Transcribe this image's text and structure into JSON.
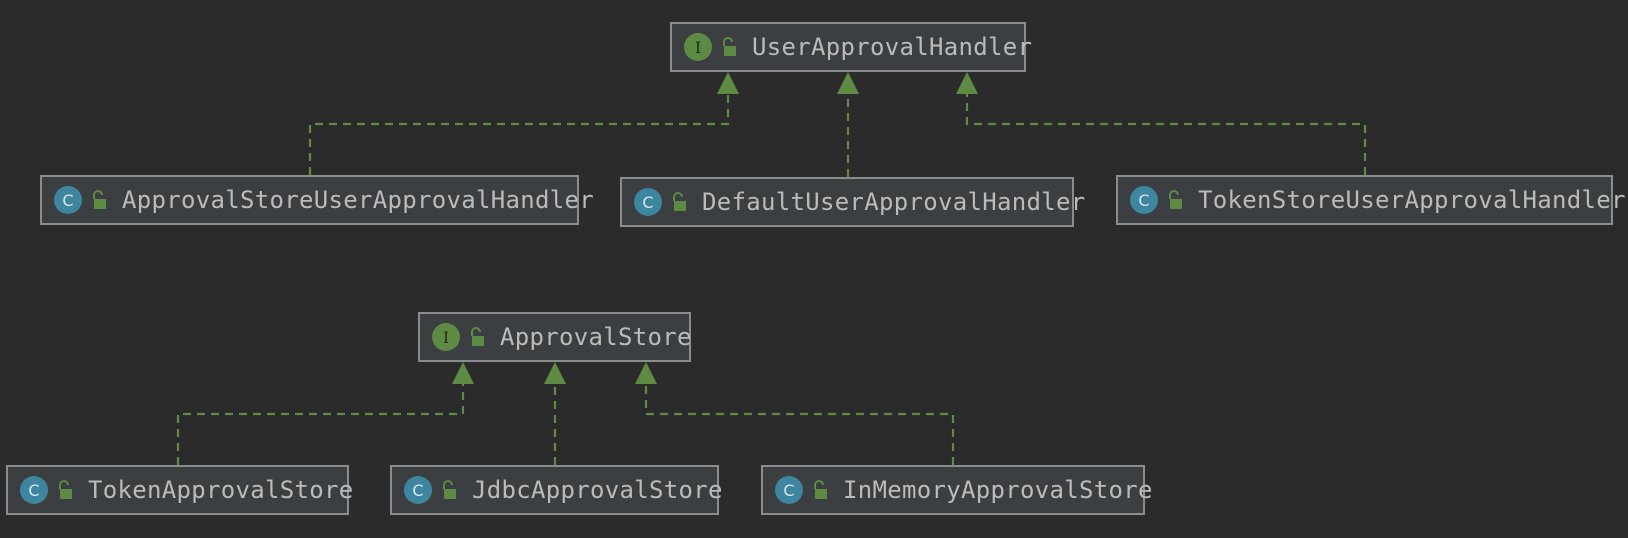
{
  "diagram": {
    "colors": {
      "background": "#2b2b2b",
      "node_fill": "#3c3f41",
      "node_border": "#8c8c8c",
      "text": "#bbbbbb",
      "edge": "#5e8b43",
      "interface_badge": "#5e8b43",
      "class_badge": "#3e86a0"
    },
    "nodes": [
      {
        "id": "user-approval-handler",
        "kind": "interface",
        "badge": "I",
        "label": "UserApprovalHandler",
        "icons": [
          "interface-icon",
          "public-lock-icon"
        ]
      },
      {
        "id": "approval-store-user-approval-handler",
        "kind": "class",
        "badge": "C",
        "label": "ApprovalStoreUserApprovalHandler",
        "icons": [
          "class-icon",
          "public-lock-icon"
        ]
      },
      {
        "id": "default-user-approval-handler",
        "kind": "class",
        "badge": "C",
        "label": "DefaultUserApprovalHandler",
        "icons": [
          "class-icon",
          "public-lock-icon"
        ]
      },
      {
        "id": "token-store-user-approval-handler",
        "kind": "class",
        "badge": "C",
        "label": "TokenStoreUserApprovalHandler",
        "icons": [
          "class-icon",
          "public-lock-icon"
        ]
      },
      {
        "id": "approval-store",
        "kind": "interface",
        "badge": "I",
        "label": "ApprovalStore",
        "icons": [
          "interface-icon",
          "public-lock-icon"
        ]
      },
      {
        "id": "token-approval-store",
        "kind": "class",
        "badge": "C",
        "label": "TokenApprovalStore",
        "icons": [
          "class-icon",
          "public-lock-icon"
        ]
      },
      {
        "id": "jdbc-approval-store",
        "kind": "class",
        "badge": "C",
        "label": "JdbcApprovalStore",
        "icons": [
          "class-icon",
          "public-lock-icon"
        ]
      },
      {
        "id": "in-memory-approval-store",
        "kind": "class",
        "badge": "C",
        "label": "InMemoryApprovalStore",
        "icons": [
          "class-icon",
          "public-lock-icon"
        ]
      }
    ],
    "edges": [
      {
        "from": "approval-store-user-approval-handler",
        "to": "user-approval-handler",
        "relation": "implements",
        "style": "dashed"
      },
      {
        "from": "default-user-approval-handler",
        "to": "user-approval-handler",
        "relation": "implements",
        "style": "dashed"
      },
      {
        "from": "token-store-user-approval-handler",
        "to": "user-approval-handler",
        "relation": "implements",
        "style": "dashed"
      },
      {
        "from": "token-approval-store",
        "to": "approval-store",
        "relation": "implements",
        "style": "dashed"
      },
      {
        "from": "jdbc-approval-store",
        "to": "approval-store",
        "relation": "implements",
        "style": "dashed"
      },
      {
        "from": "in-memory-approval-store",
        "to": "approval-store",
        "relation": "implements",
        "style": "dashed"
      }
    ]
  }
}
